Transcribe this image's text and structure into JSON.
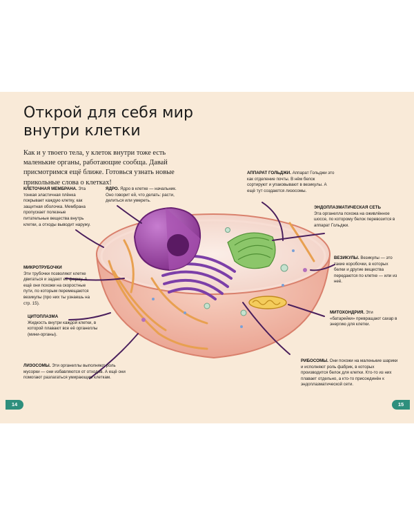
{
  "page": {
    "title": "Открой для себя мир внутри клетки",
    "intro": "Как и у твоего тела, у клеток внутри тоже есть маленькие органы, работающие сообща. Давай присмотримся ещё ближе. Готовься узнать новые прикольные слова о клетках!",
    "page_left": "14",
    "page_right": "15"
  },
  "notes": {
    "membrane": {
      "term": "КЛЕТОЧНАЯ МЕМБРАНА.",
      "text": "Эта тонкая эластичная плёнка покрывает каждую клетку, как защитная оболочка. Мембрана пропускает полезные питательные вещества внутрь клетки, а отходы выводит наружу."
    },
    "nucleus": {
      "term": "ЯДРО.",
      "text": "Ядро в клетке — начальник. Оно говорит ей, что делать: расти, делиться или умереть."
    },
    "golgi": {
      "term": "АППАРАТ ГОЛЬДЖИ.",
      "text": "Аппарат Гольджи это как отделение почты. В нём белок сортируют и упаковывают в везикулы. А ещё тут создаются лизосомы."
    },
    "er": {
      "term": "ЭНДОПЛАЗМАТИЧЕСКАЯ СЕТЬ",
      "text": "Эта органелла похожа на оживлённое шоссе, по которому белок перевозится в аппарат Гольджи."
    },
    "microtubules": {
      "term": "МИКРОТРУБОЧКИ",
      "text": "Эти трубочки позволяют клетке двигаться и задают её форму. А ещё они похожи на скоростные пути, по которым перемещаются везикулы (про них ты узнаешь на стр. 15)."
    },
    "vesicles": {
      "term": "ВЕЗИКУЛЫ.",
      "text": "Везикулы — это такие коробочки, в которых белки и другие вещества передаются по клетке — или из неё."
    },
    "cytoplasm": {
      "term": "ЦИТОПЛАЗМА",
      "text": "Жидкость внутри каждой клетки, в которой плавают все её органеллы (мини-органы)."
    },
    "mitochondria": {
      "term": "МИТОХОНДРИЯ.",
      "text": "Эти «батарейки» превращают сахар в энергию для клетки."
    },
    "lysosomes": {
      "term": "ЛИЗОСОМЫ.",
      "text": "Эти органеллы выполняют роль мусорки — они избавляются от отходов. А ещё они помогают разлагаться умирающим клеткам."
    },
    "ribosomes": {
      "term": "РИБОСОМЫ.",
      "text": "Они похожи на маленькие шарики и исполняют роль фабрик, в которых производится белок для клетки. Кто-то из них плавает отдельно, а кто-то присоединён к эндоплазматической сети."
    }
  },
  "colors": {
    "background": "#f9ead8",
    "accent": "#2e8f7d",
    "arrow": "#4a1f5c",
    "cell_body": "#f3b9a4",
    "nucleus": "#9a3f9e",
    "golgi": "#7c3fa8",
    "er": "#6fb04a",
    "microtubules": "#e8a050"
  }
}
